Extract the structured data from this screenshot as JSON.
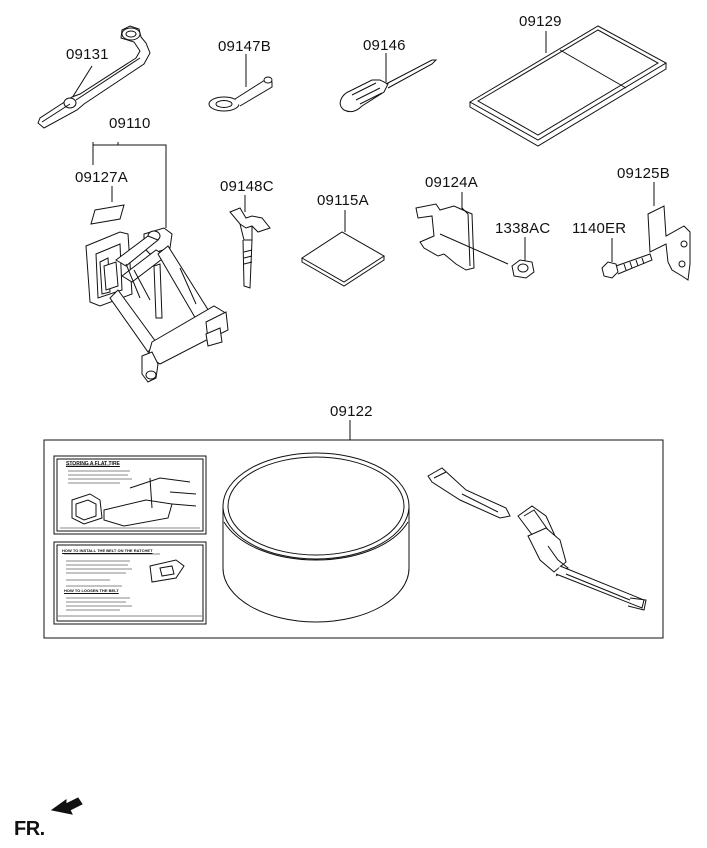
{
  "parts": {
    "p09131": "09131",
    "p09147B": "09147B",
    "p09146": "09146",
    "p09129": "09129",
    "p09110": "09110",
    "p09127A": "09127A",
    "p09148C": "09148C",
    "p09115A": "09115A",
    "p09124A": "09124A",
    "p09125B": "09125B",
    "p1338AC": "1338AC",
    "p1140ER": "1140ER",
    "p09122": "09122"
  },
  "labels_sheet_1": {
    "title": "STORING A FLAT TIRE"
  },
  "labels_sheet_2": {
    "title": "HOW TO INSTALL THE BELT ON THE RATCHET",
    "subtitle": "HOW TO LOOSEN THE BELT"
  },
  "orientation": {
    "label": "FR."
  }
}
